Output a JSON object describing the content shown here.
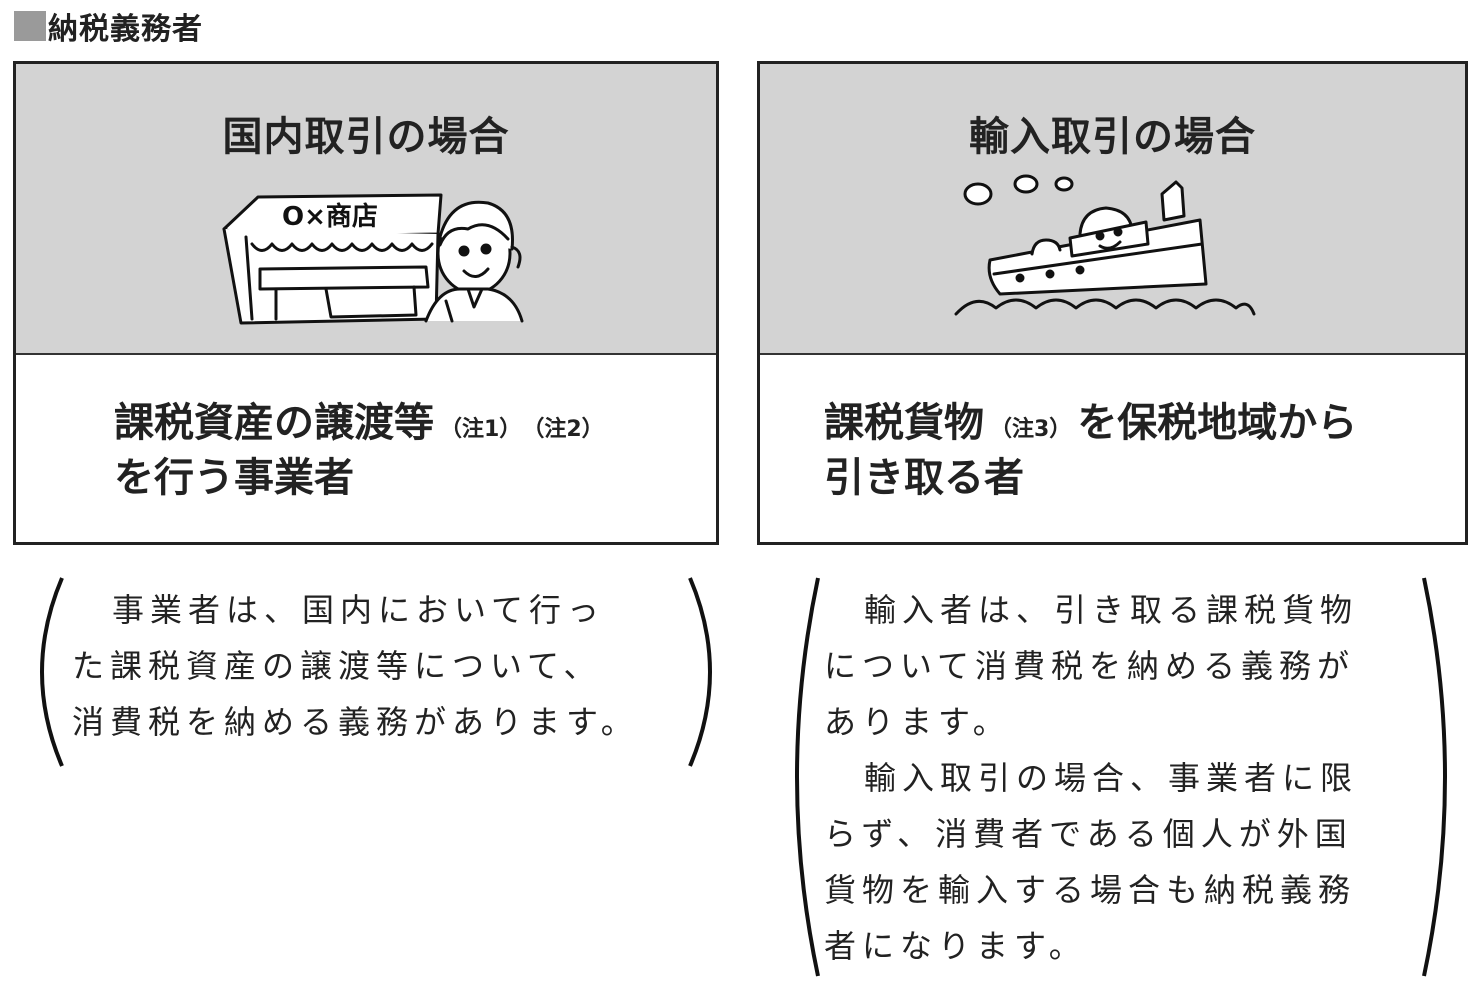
{
  "section": {
    "title": "納税義務者"
  },
  "domestic": {
    "heading": "国内取引の場合",
    "shop_sign": "O×商店",
    "subject_line1": "課税資産の譲渡等",
    "note1": "（注1）",
    "note2": "（注2）",
    "subject_line2": "を行う事業者",
    "explanation": {
      "line1": "事業者は、国内において行っ",
      "line2": "た課税資産の譲渡等について、",
      "line3": "消費税を納める義務があります。"
    }
  },
  "import": {
    "heading": "輸入取引の場合",
    "subject_part1": "課税貨物",
    "note3": "（注3）",
    "subject_part2": "を保税地域から",
    "subject_line2": "引き取る者",
    "explanation": {
      "p1_line1": "輸入者は、引き取る課税貨物",
      "p1_line2": "について消費税を納める義務が",
      "p1_line3": "あります。",
      "p2_line1": "輸入取引の場合、事業者に限",
      "p2_line2": "らず、消費者である個人が外国",
      "p2_line3": "貨物を輸入する場合も納税義務",
      "p2_line4": "者になります。"
    }
  }
}
